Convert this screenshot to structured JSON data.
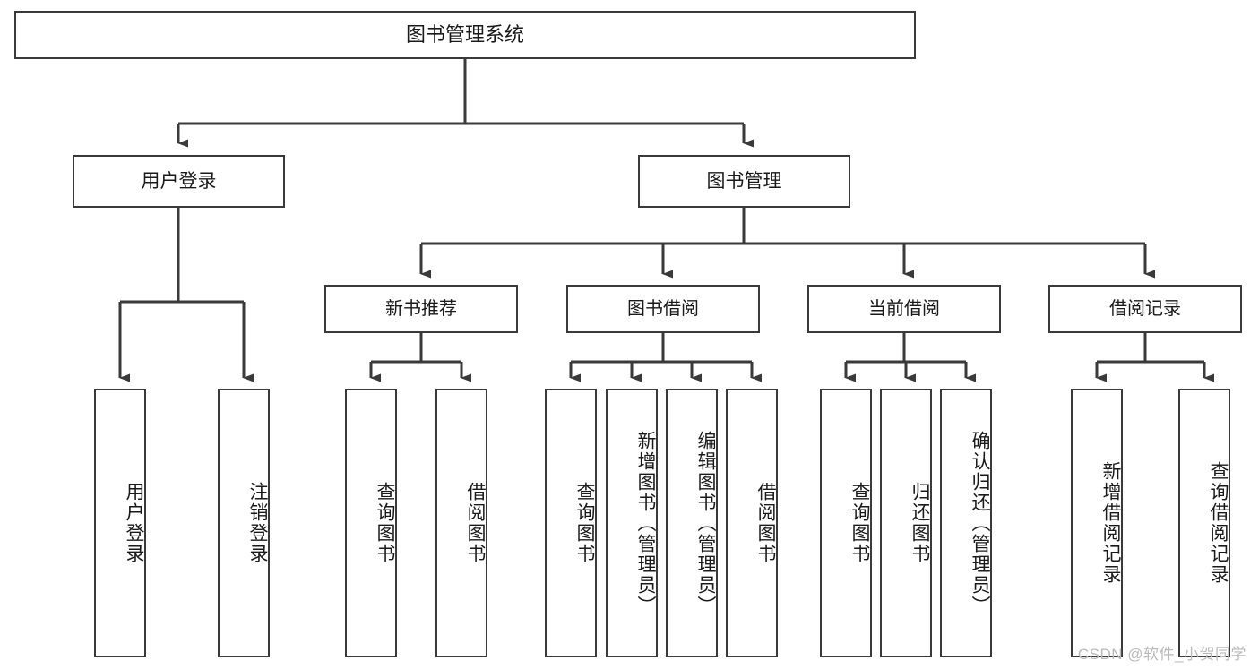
{
  "diagram": {
    "title": "图书管理系统",
    "type": "tree-hierarchy-diagram",
    "colors": {
      "box_border": "#3a3a3a",
      "box_fill": "#ffffff",
      "line": "#3a3a3a",
      "text": "#1a1a1a",
      "watermark": "#b9b9b9",
      "background": "#ffffff"
    },
    "root": {
      "label": "图书管理系统"
    },
    "level1": [
      {
        "label": "用户登录"
      },
      {
        "label": "图书管理"
      }
    ],
    "level2": [
      {
        "label": "新书推荐"
      },
      {
        "label": "图书借阅"
      },
      {
        "label": "当前借阅"
      },
      {
        "label": "借阅记录"
      }
    ],
    "leaves": {
      "user_login": [
        {
          "label": "用户登录"
        },
        {
          "label": "注销登录"
        }
      ],
      "new_book_recommend": [
        {
          "label": "查询图书"
        },
        {
          "label": "借阅图书"
        }
      ],
      "book_borrow": [
        {
          "label": "查询图书"
        },
        {
          "label": "新增图书（管理员）"
        },
        {
          "label": "编辑图书（管理员）"
        },
        {
          "label": "借阅图书"
        }
      ],
      "current_borrow": [
        {
          "label": "查询图书"
        },
        {
          "label": "归还图书"
        },
        {
          "label": "确认归还（管理员）"
        }
      ],
      "borrow_records": [
        {
          "label": "新增借阅记录"
        },
        {
          "label": "查询借阅记录"
        }
      ]
    },
    "watermark": "CSDN @软件_小贺同学"
  }
}
